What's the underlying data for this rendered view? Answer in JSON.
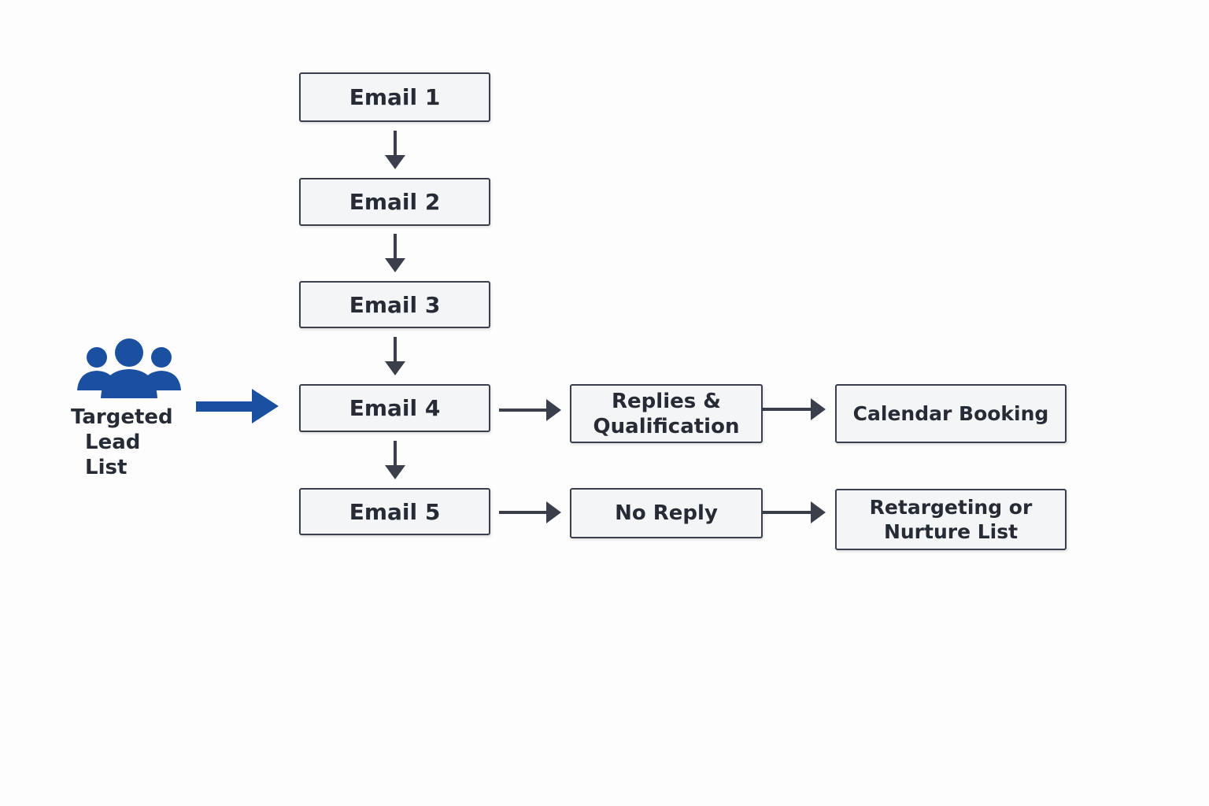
{
  "source": {
    "label_line1": "Targeted",
    "label_line2": "Lead List",
    "icon": "users-group-icon",
    "color": "#1b4fa0"
  },
  "sequence": {
    "email1": "Email 1",
    "email2": "Email 2",
    "email3": "Email 3",
    "email4": "Email 4",
    "email5": "Email 5"
  },
  "outcomes": {
    "replies_line1": "Replies &",
    "replies_line2": "Qualification",
    "no_reply": "No Reply",
    "calendar_booking": "Calendar Booking",
    "retargeting_line1": "Retargeting or",
    "retargeting_line2": "Nurture List"
  },
  "colors": {
    "box_fill": "#f4f5f6",
    "box_border": "#3a3f4b",
    "arrow": "#3a3f4b",
    "accent_arrow": "#1b4fa0"
  }
}
